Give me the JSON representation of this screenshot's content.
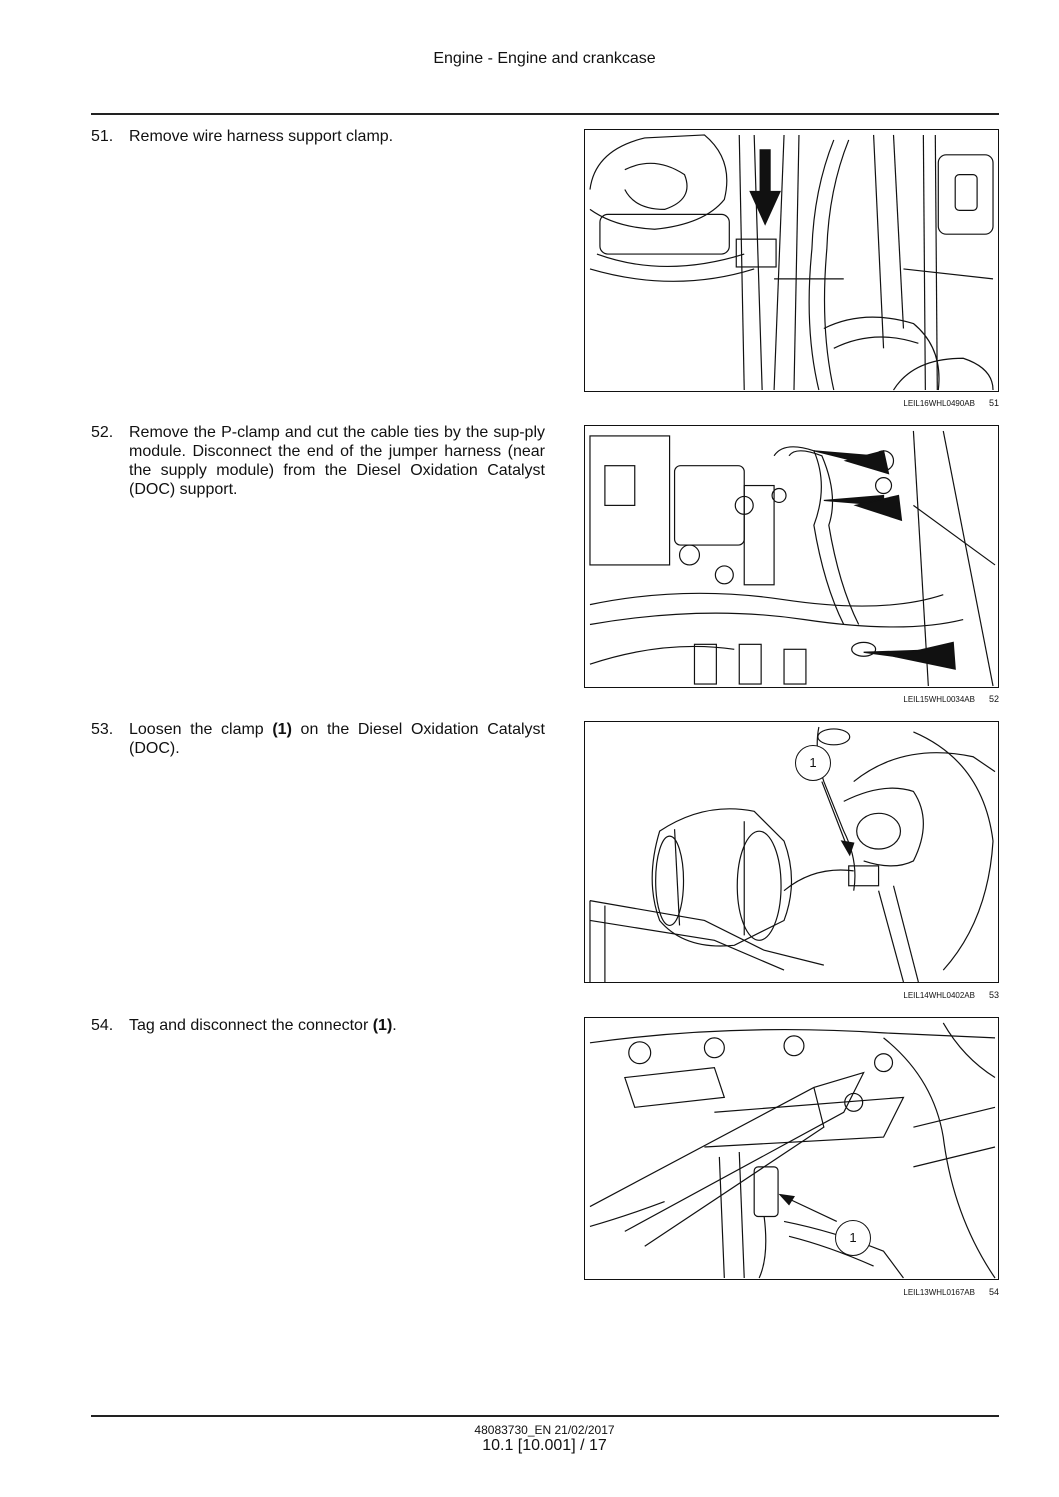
{
  "header": {
    "title": "Engine - Engine and crankcase"
  },
  "steps": [
    {
      "number": "51.",
      "text_html": "Remove wire harness support clamp.",
      "figure_code": "LEIL16WHL0490AB",
      "figure_number": "51"
    },
    {
      "number": "52.",
      "text_html": "Remove the P-clamp and cut the cable ties by the sup-ply module. Disconnect the end of the jumper harness (near the supply module) from the Diesel Oxidation Catalyst (DOC) support.",
      "figure_code": "LEIL15WHL0034AB",
      "figure_number": "52"
    },
    {
      "number": "53.",
      "text_html": "Loosen the clamp <b>(1)</b> on the Diesel Oxidation Catalyst (DOC).",
      "figure_code": "LEIL14WHL0402AB",
      "figure_number": "53",
      "callout": "1"
    },
    {
      "number": "54.",
      "text_html": "Tag and disconnect the connector <b>(1)</b>.",
      "figure_code": "LEIL13WHL0167AB",
      "figure_number": "54",
      "callout": "1"
    }
  ],
  "footer": {
    "doc_ref": "48083730_EN 21/02/2017",
    "page": "10.1 [10.001] / 17"
  }
}
